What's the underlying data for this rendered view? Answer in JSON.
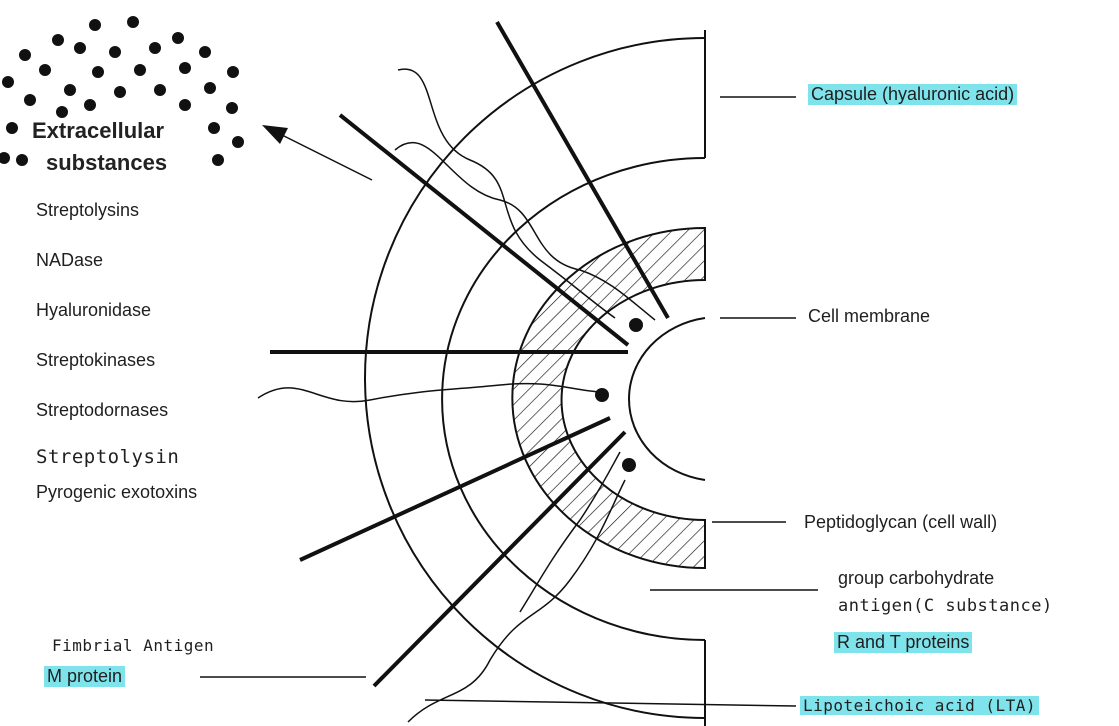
{
  "extracellular": {
    "title_line1": "Extracellular",
    "title_line2": "substances",
    "items": [
      "Streptolysins",
      "NADase",
      "Hyaluronidase",
      "Streptokinases",
      "Streptodornases",
      "Streptolysin",
      "Pyrogenic exotoxins"
    ]
  },
  "labels": {
    "capsule": "Capsule  (hyaluronic acid)",
    "cell_membrane": "Cell membrane",
    "peptidoglycan": "Peptidoglycan (cell wall)",
    "group_carb_line1": "group carbohydrate",
    "group_carb_line2": "antigen(C substance)",
    "r_and_t": "R and T proteins",
    "lta": "Lipoteichoic acid (LTA)",
    "fimbrial": "Fimbrial Antigen",
    "m_protein": "M protein"
  },
  "colors": {
    "highlight": "#7fe3ec",
    "line": "#111111"
  }
}
